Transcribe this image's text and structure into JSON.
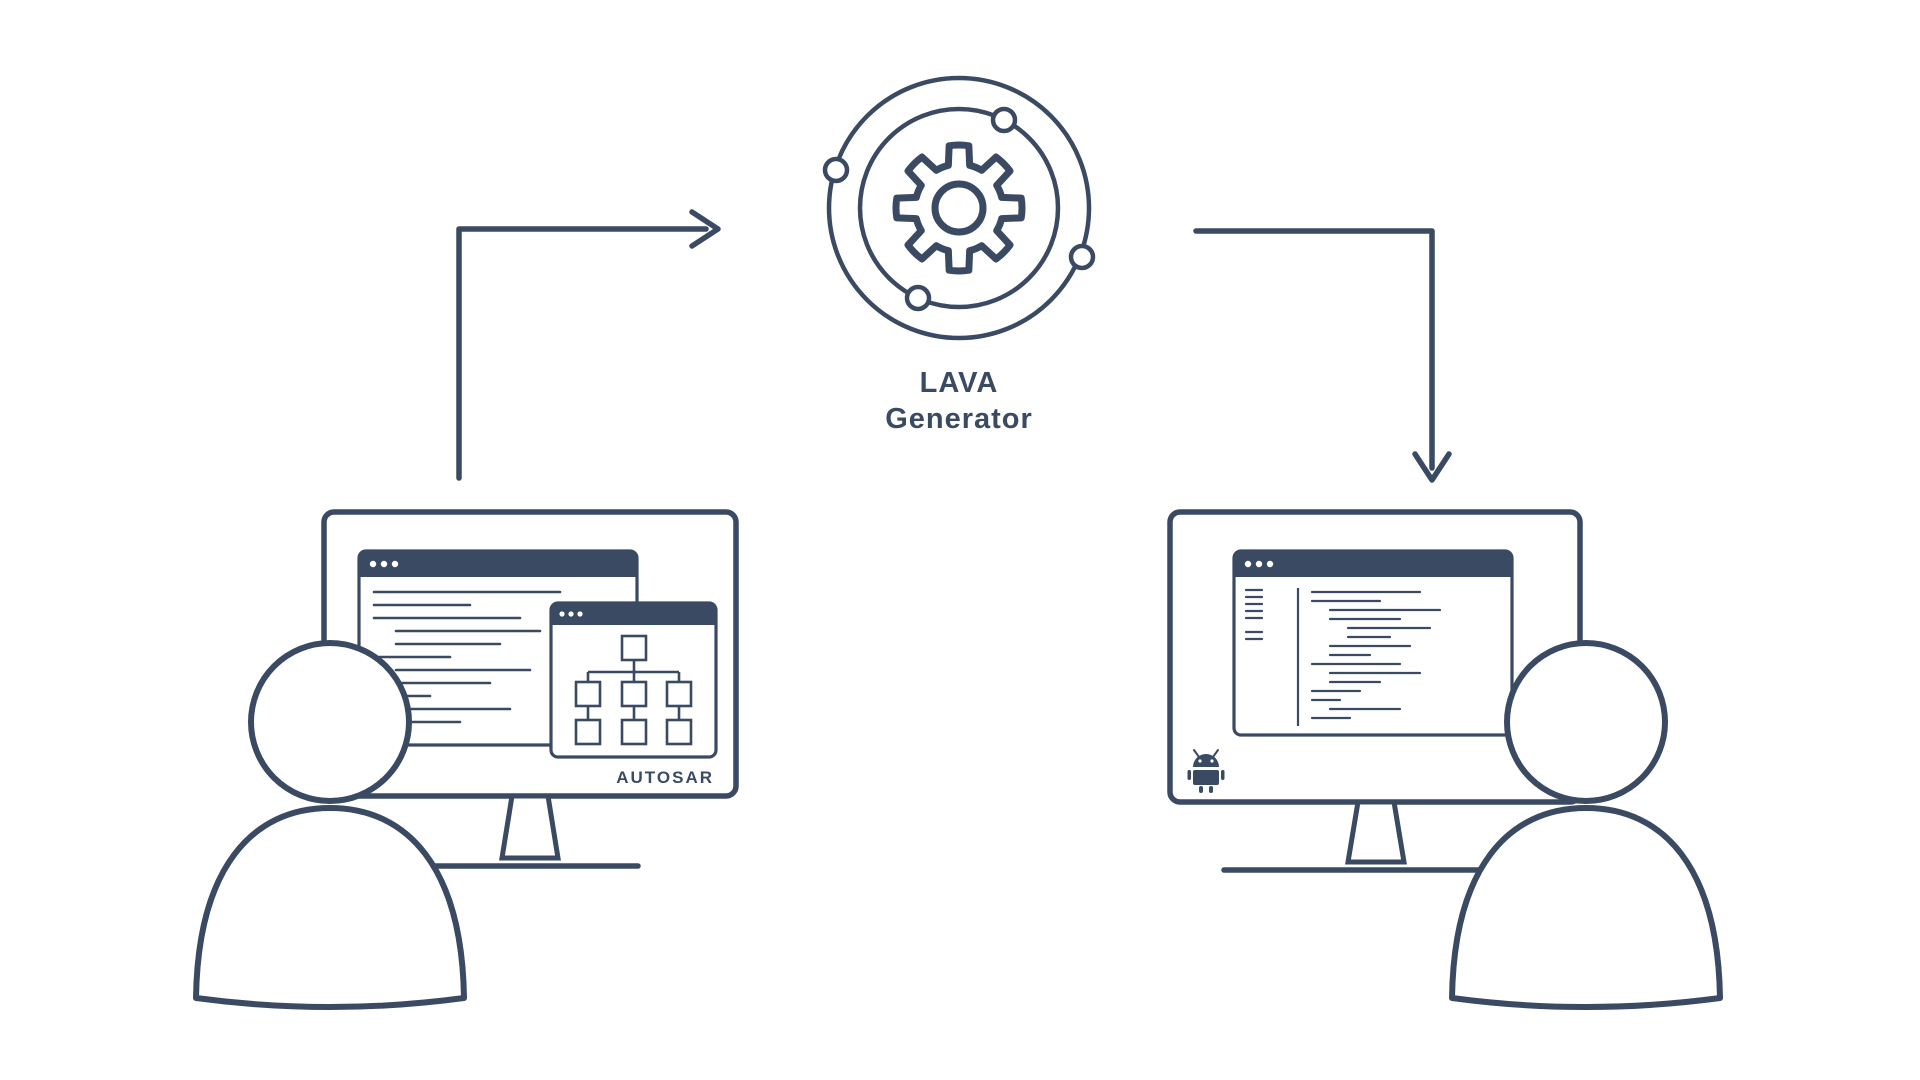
{
  "colors": {
    "ink": "#3b4a63",
    "background": "#ffffff"
  },
  "generator": {
    "name_line1": "LAVA",
    "name_line2": "Generator"
  },
  "left_workstation": {
    "logo": "AUTOSAR"
  },
  "icons": {
    "gear": "gear-icon",
    "orbit_nodes": "orbit-node-icon",
    "arrow_in": "arrow-right-icon",
    "arrow_out": "arrow-down-icon",
    "monitor": "monitor-icon",
    "browser_window": "browser-window-icon",
    "flowchart": "flowchart-icon",
    "code_lines": "code-lines-icon",
    "android": "android-robot-icon",
    "person": "person-icon"
  }
}
